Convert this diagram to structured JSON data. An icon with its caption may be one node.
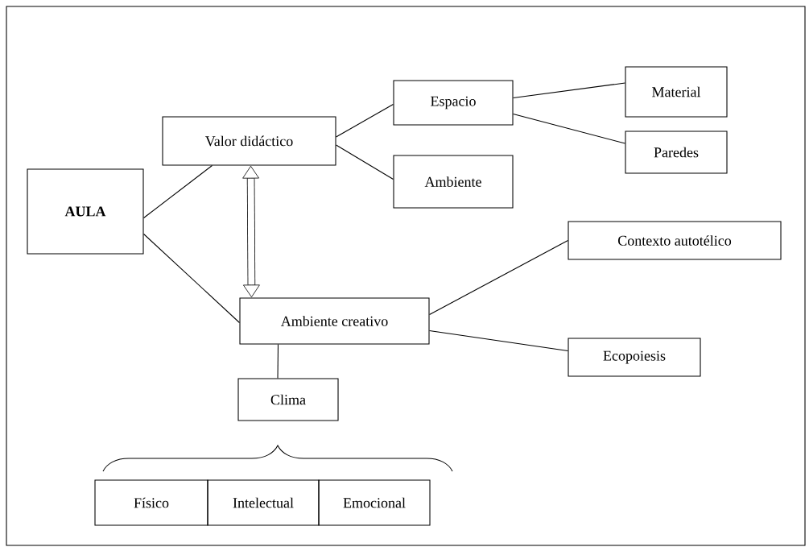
{
  "diagram": {
    "nodes": [
      {
        "text": [
          "AULA"
        ]
      },
      {
        "text": [
          "Valor didáctico"
        ]
      },
      {
        "text": [
          "Espacio"
        ]
      },
      {
        "text": [
          "Material"
        ]
      },
      {
        "text": [
          "Paredes"
        ]
      },
      {
        "text": [
          "Ambiente"
        ]
      },
      {
        "text": [
          "Ambiente creativo"
        ]
      },
      {
        "text": [
          "Contexto autotélico"
        ]
      },
      {
        "text": [
          "Ecopoiesis"
        ]
      },
      {
        "text": [
          "Clima"
        ]
      },
      {
        "text": [
          "Físico"
        ]
      },
      {
        "text": [
          "Intelectual"
        ]
      },
      {
        "text": [
          "Emocional"
        ]
      }
    ],
    "edges": [
      {
        "from": 0,
        "to": 1,
        "arrow": "none"
      },
      {
        "from": 0,
        "to": 6,
        "arrow": "none"
      },
      {
        "from": 1,
        "to": 2,
        "arrow": "none"
      },
      {
        "from": 1,
        "to": 5,
        "arrow": "none"
      },
      {
        "from": 2,
        "to": 3,
        "arrow": "none"
      },
      {
        "from": 2,
        "to": 4,
        "arrow": "none"
      },
      {
        "from": 6,
        "to": 7,
        "arrow": "none"
      },
      {
        "from": 6,
        "to": 8,
        "arrow": "none"
      },
      {
        "from": 6,
        "to": 9,
        "arrow": "none"
      },
      {
        "from": 1,
        "to": 6,
        "arrow": "both",
        "style": "thick"
      }
    ]
  }
}
